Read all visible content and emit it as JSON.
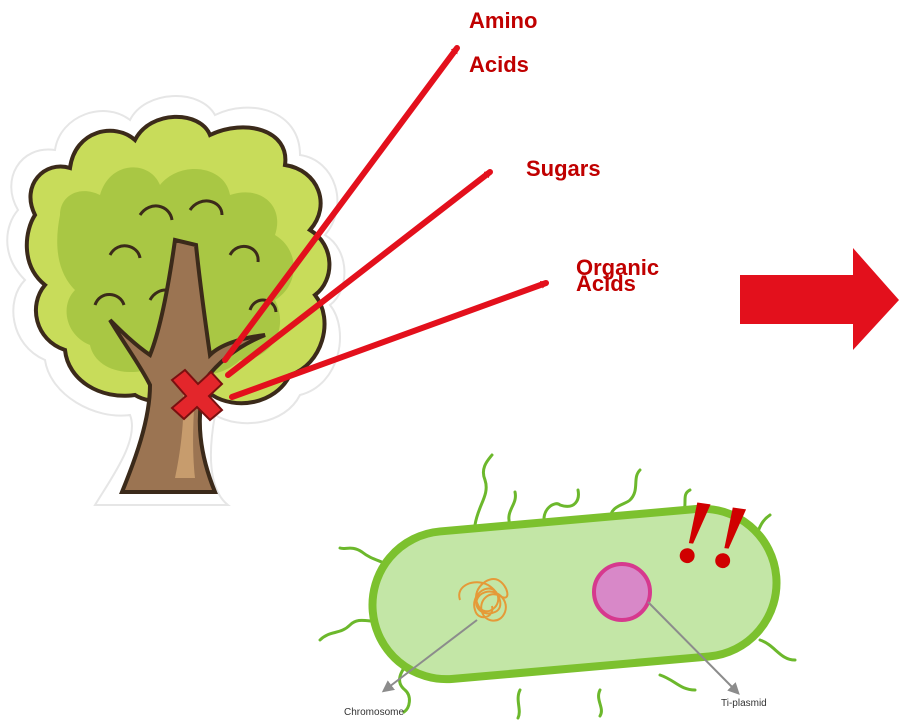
{
  "labels": {
    "amino_line1": "Amino",
    "amino_line2": "Acids",
    "sugars": "Sugars",
    "organic_line1": "Organic",
    "organic_line2": "Acids",
    "exclamation": "!!",
    "chromosome": "Chromosome",
    "ti_plasmid": "Ti-plasmid"
  },
  "colors": {
    "label_red": "#c00000",
    "arrow_red": "#e3101c",
    "wound_red": "#e3262b",
    "cell_fill": "#c3e6a6",
    "cell_outline": "#7cc12e",
    "flagella": "#6cb82c",
    "plasmid_fill": "#d888c8",
    "plasmid_outline": "#d6398e",
    "chromosome": "#e59a38",
    "pointer_gray": "#8c8c8c",
    "foliage_light": "#c8dc5a",
    "foliage_dark": "#8fb733",
    "trunk": "#9b7452",
    "trunk_light": "#c79c6d",
    "outline": "#3b2a1a"
  },
  "icons": {
    "tree": "tree-icon",
    "wound": "wound-x-icon",
    "bacterium": "bacterium-icon",
    "big_arrow": "right-arrow-icon"
  }
}
